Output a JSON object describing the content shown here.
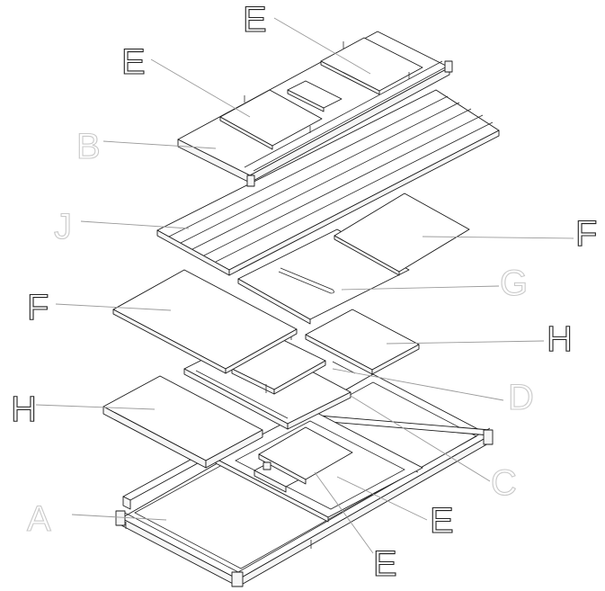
{
  "diagram": {
    "labels": {
      "E_top": "E",
      "E_upper": "E",
      "B": "B",
      "J": "J",
      "F_right": "F",
      "F_left": "F",
      "G": "G",
      "H_right": "H",
      "H_left": "H",
      "D": "D",
      "C": "C",
      "A": "A",
      "E_lower": "E",
      "E_bottom": "E"
    },
    "colors": {
      "line": "#1a1a1a",
      "leader": "#9a9a9a",
      "label_dark": "#222222",
      "label_light": "#c9c9c9"
    }
  }
}
